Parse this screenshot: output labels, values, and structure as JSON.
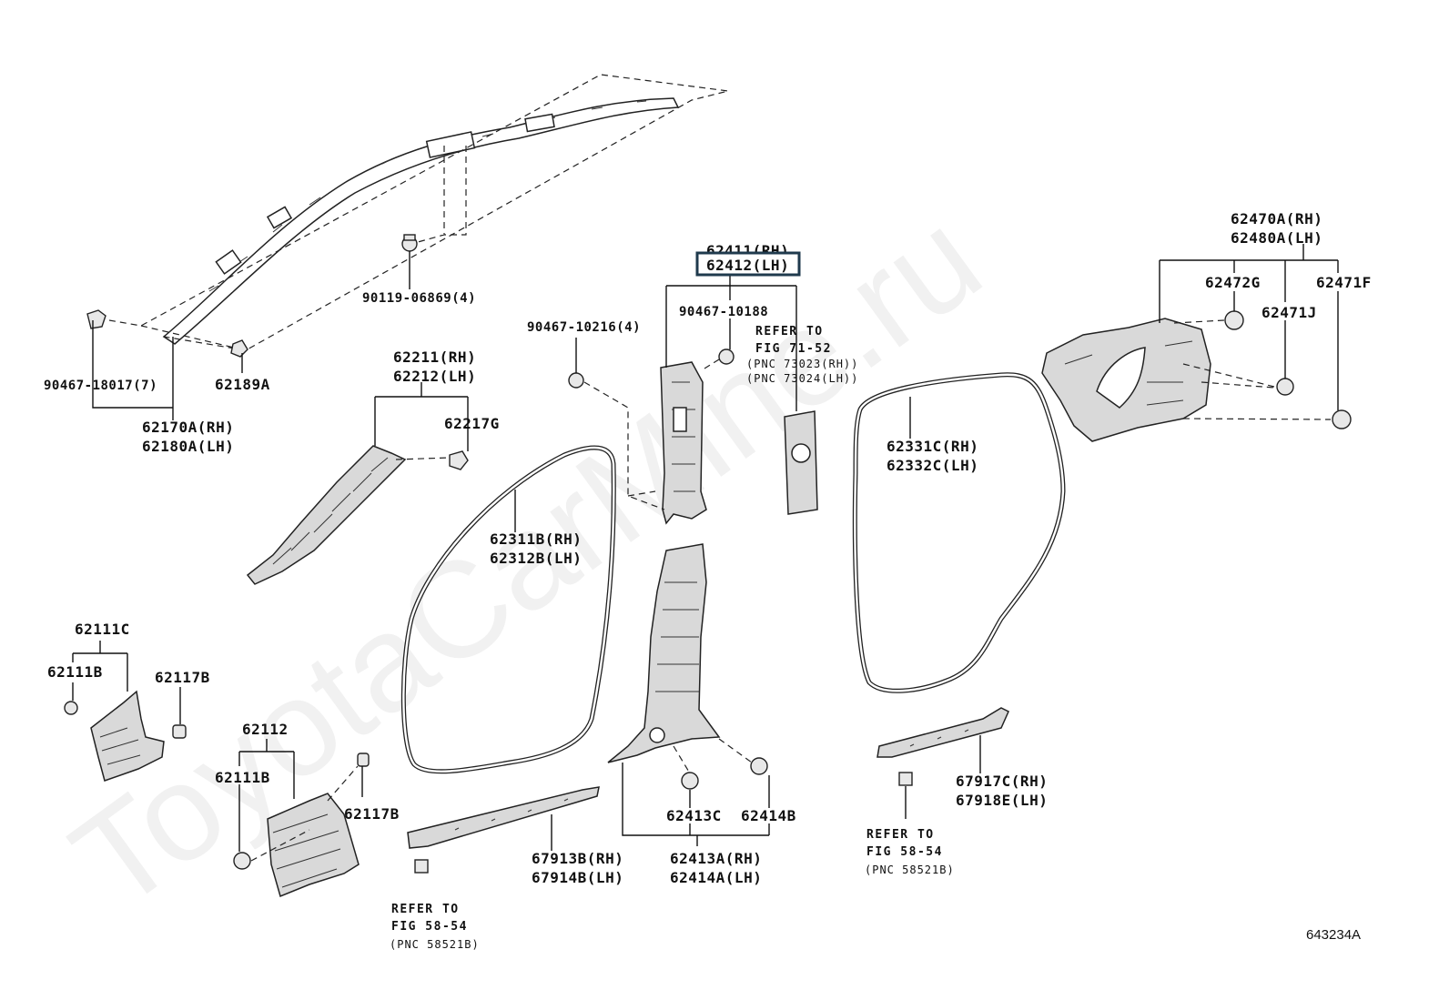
{
  "watermark": "ToyotaCarMine.ru",
  "illustration_id": "643234A",
  "highlight_color": "#1f3a4d",
  "labels": {
    "p62170a": "62170A(RH)",
    "p62180a": "62180A(LH)",
    "p90467_18017": "90467-18017(7)",
    "p62189a": "62189A",
    "p90119": "90119-06869(4)",
    "p62211": "62211(RH)",
    "p62212": "62212(LH)",
    "p62217g": "62217G",
    "p90467_10216": "90467-10216(4)",
    "p62411": "62411(RH)",
    "p62412": "62412(LH)",
    "p90467_10188": "90467-10188",
    "p62311b": "62311B(RH)",
    "p62312b": "62312B(LH)",
    "p62331c": "62331C(RH)",
    "p62332c": "62332C(LH)",
    "p62470a": "62470A(RH)",
    "p62480a": "62480A(LH)",
    "p62472g": "62472G",
    "p62471f": "62471F",
    "p62471j": "62471J",
    "p62111c": "62111C",
    "p62111b_a": "62111B",
    "p62117b_a": "62117B",
    "p62112": "62112",
    "p62111b_b": "62111B",
    "p62117b_b": "62117B",
    "p67913b": "67913B(RH)",
    "p67914b": "67914B(LH)",
    "p62413c": "62413C",
    "p62414b": "62414B",
    "p62413a": "62413A(RH)",
    "p62414a": "62414A(LH)",
    "p67917c": "67917C(RH)",
    "p67918e": "67918E(LH)"
  },
  "refs": {
    "fig71": {
      "line1": "REFER TO",
      "line2": "FIG 71-52",
      "line3": "(PNC 73023(RH))",
      "line4": "(PNC 73024(LH))"
    },
    "fig58_left": {
      "line1": "REFER TO",
      "line2": "FIG 58-54",
      "line3": "(PNC 58521B)"
    },
    "fig58_right": {
      "line1": "REFER TO",
      "line2": "FIG 58-54",
      "line3": "(PNC 58521B)"
    }
  }
}
